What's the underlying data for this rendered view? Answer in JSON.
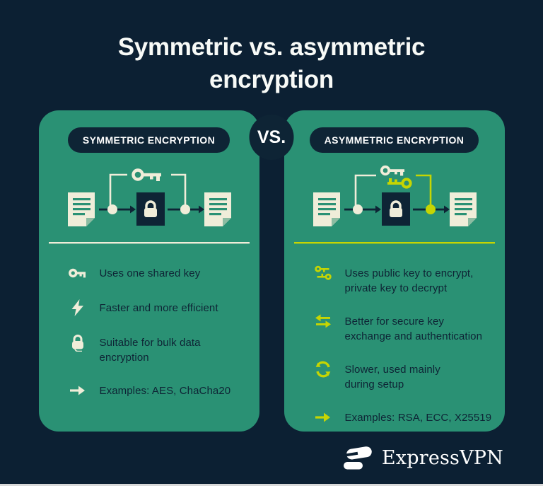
{
  "colors": {
    "bg": "#0C2033",
    "navy": "#0E2435",
    "panel": "#2A9174",
    "cream": "#F0EDD9",
    "lime": "#C6D502",
    "title": "#F8FAF7",
    "text-dark": "#0E2435",
    "doc-fold": "#8CBCA2",
    "bottom-strip": "#D9D9D9"
  },
  "title": "Symmetric vs. asymmetric encryption",
  "vs": "VS.",
  "panels": [
    {
      "header": "SYMMETRIC ENCRYPTION",
      "accent": "#F0EDD9",
      "diagram": "document-to-locked-document-with-one-shared-key",
      "items": [
        {
          "icon": "key-icon",
          "text": "Uses one shared key"
        },
        {
          "icon": "lightning-icon",
          "text": "Faster and more efficient"
        },
        {
          "icon": "padlock-icon",
          "text": "Suitable for bulk data\nencryption"
        },
        {
          "icon": "arrow-right-icon",
          "text": "Examples: AES, ChaCha20"
        }
      ]
    },
    {
      "header": "ASYMMETRIC ENCRYPTION",
      "accent": "#C6D502",
      "diagram": "document-to-locked-document-with-public-and-private-keys",
      "items": [
        {
          "icon": "dual-keys-icon",
          "text": "Uses public key to encrypt,\nprivate key to decrypt"
        },
        {
          "icon": "exchange-arrows-icon",
          "text": "Better for secure key\nexchange and authentication"
        },
        {
          "icon": "gear-sync-icon",
          "text": "Slower, used mainly\nduring setup"
        },
        {
          "icon": "arrow-right-icon",
          "text": "Examples: RSA, ECC, X25519"
        }
      ]
    }
  ],
  "footer": {
    "brand": "ExpressVPN"
  }
}
